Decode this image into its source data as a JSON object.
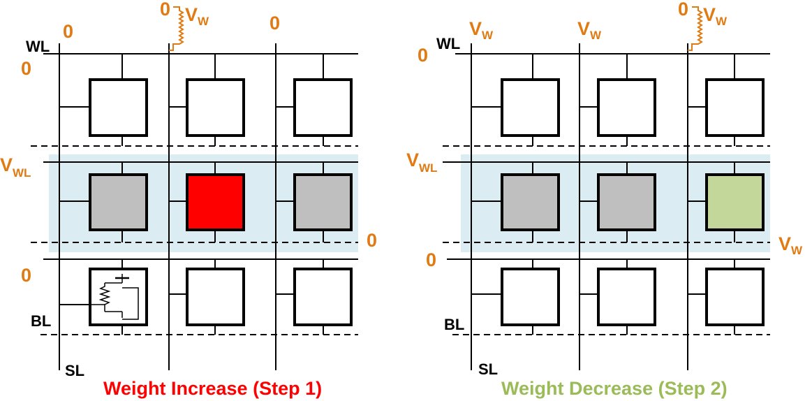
{
  "colors": {
    "orange": "#e07b14",
    "selected_row": "#dbecf2",
    "increase_cell": "#ff0000",
    "decrease_cell": "#c4d79b",
    "half_selected_cell": "#bfbfbf",
    "cell_border": "#000000"
  },
  "left": {
    "caption": "Weight Increase (Step 1)",
    "caption_color": "#ff0000",
    "labels": {
      "wl": "WL",
      "bl": "BL",
      "sl": "SL"
    },
    "column_top": [
      "0",
      "0",
      "0"
    ],
    "pulse_v": "V",
    "pulse_sub": "W",
    "row_top": "0",
    "row_mid_v": "V",
    "row_mid_sub": "WL",
    "row_mid_right": "0",
    "row_bottom": "0",
    "highlight_cell": "increase-cell"
  },
  "right": {
    "caption": "Weight Decrease (Step 2)",
    "caption_color": "#9bbb59",
    "labels": {
      "wl": "WL",
      "bl": "BL",
      "sl": "SL"
    },
    "column_top_v": [
      "V",
      "V"
    ],
    "column_top_sub": [
      "W",
      "W"
    ],
    "pulse_zero": "0",
    "pulse_v": "V",
    "pulse_sub": "W",
    "row_top": "0",
    "row_mid_v": "V",
    "row_mid_sub": "WL",
    "row_mid_right_v": "V",
    "row_mid_right_sub": "W",
    "row_bottom": "0",
    "highlight_cell": "decrease-cell"
  }
}
